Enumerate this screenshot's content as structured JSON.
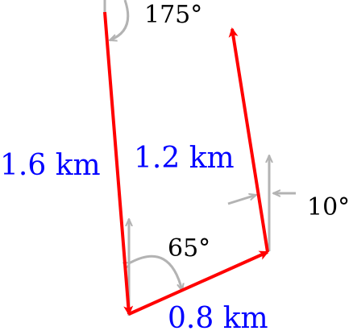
{
  "diagram": {
    "colors": {
      "vector": "#ff0000",
      "reference": "#b3b3b3",
      "distance_text": "#0000ff",
      "angle_text": "#000000",
      "background": "#ffffff"
    },
    "legs": [
      {
        "distance": "1.6 km",
        "direction": "175°"
      },
      {
        "distance": "0.8 km",
        "direction": "65°"
      },
      {
        "distance": "1.2 km",
        "direction": "10°"
      }
    ]
  }
}
